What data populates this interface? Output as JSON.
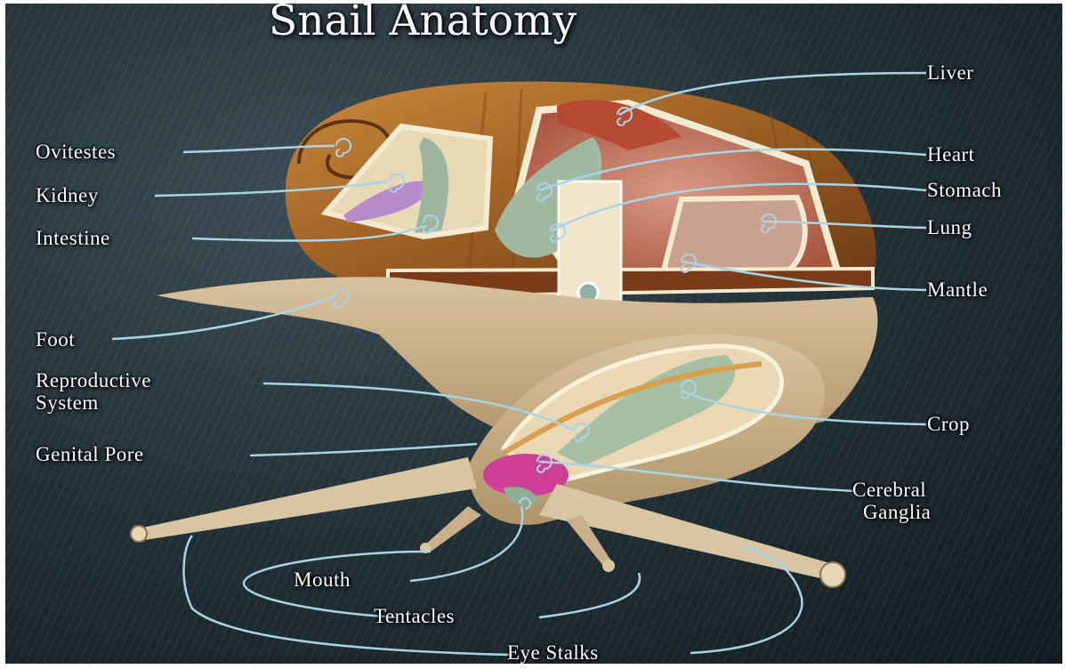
{
  "title": "Snail Anatomy",
  "labels": {
    "liver": "Liver",
    "heart": "Heart",
    "stomach": "Stomach",
    "lung": "Lung",
    "mantle": "Mantle",
    "ovitestes": "Ovitestes",
    "kidney": "Kidney",
    "intestine": "Intestine",
    "foot": "Foot",
    "reproductive_1": "Reproductive",
    "reproductive_2": "System",
    "genital_pore": "Genital Pore",
    "crop": "Crop",
    "cerebral_1": "Cerebral",
    "cerebral_2": "Ganglia",
    "mouth": "Mouth",
    "tentacles": "Tentacles",
    "eye_stalks": "Eye Stalks"
  },
  "colors": {
    "background": "#1c272d",
    "shell": "#a86c2c",
    "body": "#c9b08a",
    "organ_green": "#9fb9a0",
    "organ_red": "#b04a35",
    "organ_purple": "#b388c8",
    "ganglia": "#cf3f96",
    "leader_line": "#a8d4e6"
  }
}
